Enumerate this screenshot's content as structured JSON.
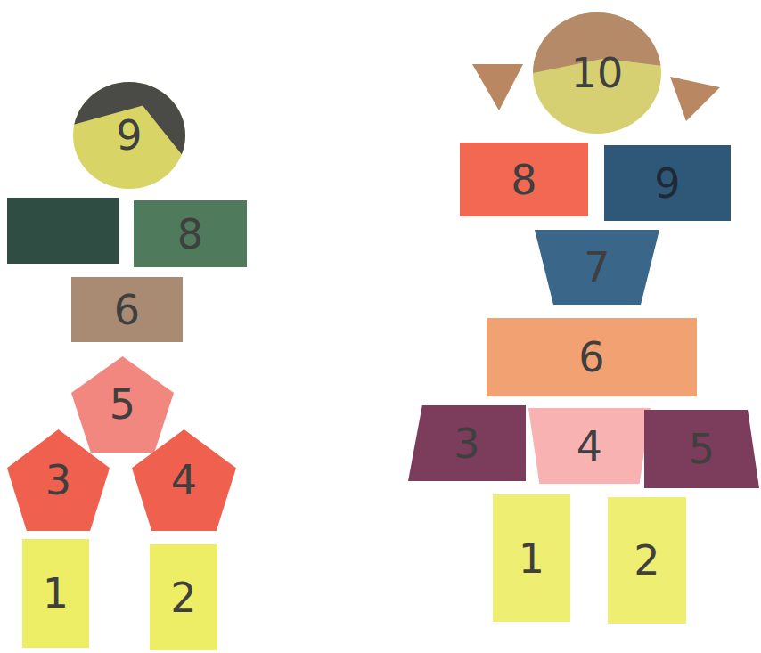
{
  "diagram": {
    "nodes": [
      {
        "text": [
          "9"
        ]
      },
      {
        "text": [
          "8"
        ]
      },
      {
        "text": [
          "6"
        ]
      },
      {
        "text": [
          "5"
        ]
      },
      {
        "text": [
          "3"
        ]
      },
      {
        "text": [
          "4"
        ]
      },
      {
        "text": [
          "1"
        ]
      },
      {
        "text": [
          "2"
        ]
      },
      {
        "text": [
          "10"
        ]
      },
      {
        "text": [
          "8"
        ]
      },
      {
        "text": [
          "9"
        ]
      },
      {
        "text": [
          "7"
        ]
      },
      {
        "text": [
          "6"
        ]
      },
      {
        "text": [
          "3"
        ]
      },
      {
        "text": [
          "4"
        ]
      },
      {
        "text": [
          "5"
        ]
      },
      {
        "text": [
          "1"
        ]
      },
      {
        "text": [
          "2"
        ]
      }
    ]
  }
}
